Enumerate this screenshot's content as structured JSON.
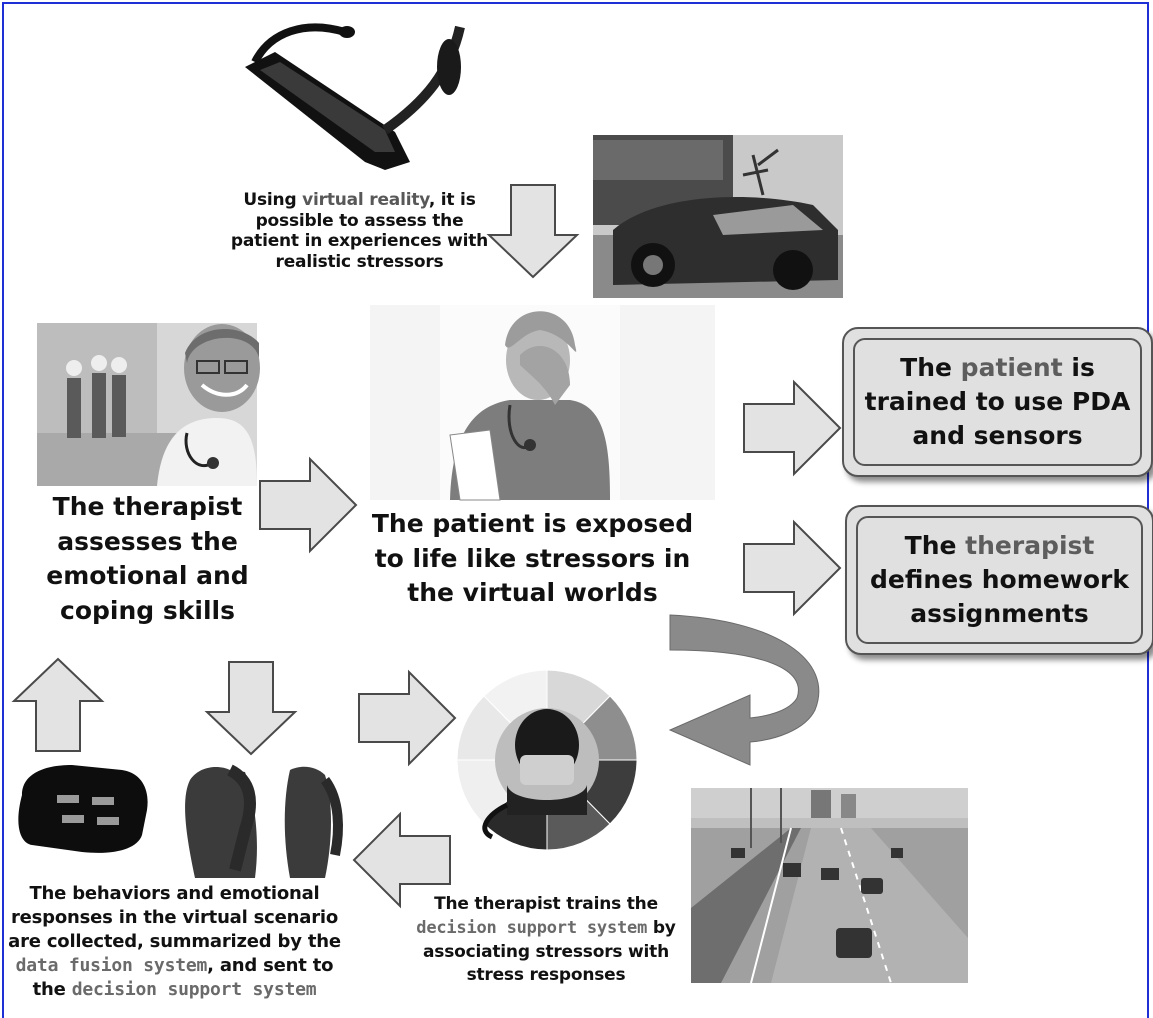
{
  "captions": {
    "vr": {
      "p1": "Using ",
      "h1": "virtual reality",
      "p2": ", it is possible to assess the patient in experiences with realistic stressors"
    },
    "therapist_assess": "The therapist assesses the emotional and coping skills",
    "patient_exposed": "The patient is exposed to life  like stressors in the virtual worlds",
    "collected": {
      "p1": "The behaviors and emotional responses in the virtual scenario are collected, summarized by the ",
      "h1": "data fusion system",
      "p2": ", and sent to the ",
      "h2": "decision support system"
    },
    "trains": {
      "p1": "The therapist trains the ",
      "h1": "decision support system",
      "p2": " by associating stressors with stress responses"
    }
  },
  "boxes": {
    "patient_trained": {
      "p1": "The ",
      "h1": "patient",
      "p2": " is trained to use PDA and sensors"
    },
    "homework": {
      "p1": "The ",
      "h1": "therapist",
      "p2": " defines homework assignments"
    }
  },
  "colors": {
    "frame": "#1f2fd6",
    "arrow_fill": "#e3e3e3",
    "arrow_stroke": "#4a4a4a",
    "curved_arrow": "#8a8a8a"
  },
  "icons": [
    "vr-glasses-icon",
    "crashed-car-photo",
    "stressed-nurse-photo",
    "doctor-photo",
    "sensor-device-icon",
    "sensor-shirt-icon",
    "decision-support-icon",
    "highway-photo"
  ]
}
